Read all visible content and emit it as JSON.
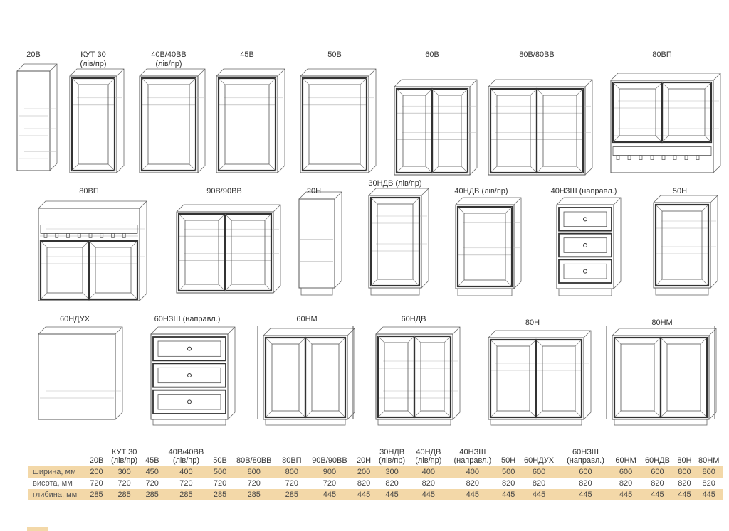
{
  "cabinets_row1": [
    {
      "label": "20В",
      "label2": ""
    },
    {
      "label": "КУТ 30",
      "label2": "(лів/пр)"
    },
    {
      "label": "40В/40ВВ",
      "label2": "(лів/пр)"
    },
    {
      "label": "45В",
      "label2": ""
    },
    {
      "label": "50В",
      "label2": ""
    },
    {
      "label": "60В",
      "label2": ""
    },
    {
      "label": "80В/80ВВ",
      "label2": ""
    },
    {
      "label": "80ВП",
      "label2": ""
    }
  ],
  "cabinets_row2": [
    {
      "label": "80ВП",
      "label2": ""
    },
    {
      "label": "90В/90ВВ",
      "label2": ""
    },
    {
      "label": "20Н",
      "label2": ""
    },
    {
      "label": "30НДВ  (лів/пр)",
      "label2": ""
    },
    {
      "label": "40НДВ (лів/пр)",
      "label2": ""
    },
    {
      "label": "40НЗШ (направл.)",
      "label2": ""
    },
    {
      "label": "50Н",
      "label2": ""
    }
  ],
  "cabinets_row3": [
    {
      "label": "60НДУХ",
      "label2": ""
    },
    {
      "label": "60НЗШ (направл.)",
      "label2": ""
    },
    {
      "label": "60НМ",
      "label2": ""
    },
    {
      "label": "60НДВ",
      "label2": ""
    },
    {
      "label": "80Н",
      "label2": ""
    },
    {
      "label": "80НМ",
      "label2": ""
    }
  ],
  "spec_table": {
    "headers": [
      [
        "20В",
        ""
      ],
      [
        "КУТ 30",
        "(лів/пр)"
      ],
      [
        "45В",
        ""
      ],
      [
        "40В/40ВВ",
        "(лів/пр)"
      ],
      [
        "50В",
        ""
      ],
      [
        "80В/80ВВ",
        ""
      ],
      [
        "80ВП",
        ""
      ],
      [
        "90В/90ВВ",
        ""
      ],
      [
        "20Н",
        ""
      ],
      [
        "30НДВ",
        "(лів/пр)"
      ],
      [
        "40НДВ",
        "(лів/пр)"
      ],
      [
        "40НЗШ",
        "(направл.)"
      ],
      [
        "50Н",
        ""
      ],
      [
        "60НДУХ",
        ""
      ],
      [
        "60НЗШ",
        "(направл.)"
      ],
      [
        "60НМ",
        ""
      ],
      [
        "60НДВ",
        ""
      ],
      [
        "80Н",
        ""
      ],
      [
        "80НМ",
        ""
      ]
    ],
    "rows": [
      {
        "label": "ширина, мм",
        "values": [
          "200",
          "300",
          "450",
          "400",
          "500",
          "800",
          "800",
          "900",
          "200",
          "300",
          "400",
          "400",
          "500",
          "600",
          "600",
          "600",
          "600",
          "800",
          "800"
        ]
      },
      {
        "label": "висота, мм",
        "values": [
          "720",
          "720",
          "720",
          "720",
          "720",
          "720",
          "720",
          "720",
          "820",
          "820",
          "820",
          "820",
          "820",
          "820",
          "820",
          "820",
          "820",
          "820",
          "820"
        ]
      },
      {
        "label": "глибина, мм",
        "values": [
          "285",
          "285",
          "285",
          "285",
          "285",
          "285",
          "285",
          "445",
          "445",
          "445",
          "445",
          "445",
          "445",
          "445",
          "445",
          "445",
          "445",
          "445",
          "445"
        ]
      }
    ]
  }
}
